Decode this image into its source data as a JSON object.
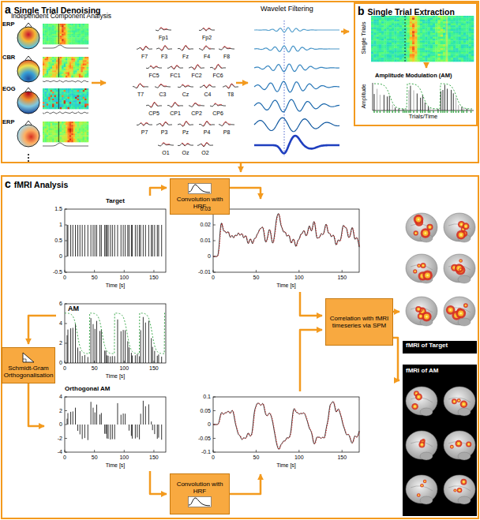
{
  "diagram": {
    "nodes": [
      {
        "text": [
          "a",
          "Single Trial Denoising"
        ]
      },
      {
        "text": [
          "b",
          "Single Trial Extraction"
        ],
        "in": 0
      },
      {
        "text": [
          "c",
          "fMRI Analysis"
        ]
      },
      {
        "text": [
          "Convolution with HRF"
        ],
        "in": 2
      },
      {
        "text": [
          "Target",
          "Time [s]",
          "1.5",
          "1",
          "0.5",
          "0",
          "-0.5",
          "0",
          "50",
          "100",
          "150"
        ],
        "in": 2
      },
      {
        "text": [
          "Time [s]",
          "0.03",
          "0.02",
          "0.01",
          "0",
          "-0.01",
          "0",
          "50",
          "100",
          "150"
        ],
        "in": 2
      },
      {
        "text": [
          "fMRI of Target"
        ],
        "in": 2
      },
      {
        "text": [
          "AM",
          "Time [s]",
          "6",
          "4",
          "2",
          "0",
          "0",
          "50",
          "100",
          "150"
        ],
        "in": 2
      },
      {
        "text": [
          "Schmidt-Gram Orthogonalisation"
        ],
        "in": 2
      },
      {
        "text": [
          "Correlation with fMRI timeseries via SPM"
        ],
        "in": 2
      },
      {
        "text": [
          "fMRI of AM"
        ],
        "in": 2
      },
      {
        "text": [
          "Orthogonal AM",
          "Time [s]",
          "4",
          "2",
          "0",
          "-2",
          "-4",
          "0",
          "50",
          "100",
          "150"
        ],
        "in": 2
      },
      {
        "text": [
          "Time [s]",
          "0.1",
          "0.05",
          "0",
          "-0.05",
          "-0.1",
          "0",
          "50",
          "100",
          "150"
        ],
        "in": 2
      },
      {
        "text": [
          "Convolution with HRF"
        ],
        "in": 2
      }
    ],
    "edges": [
      {
        "from": 0,
        "to": 2,
        "arrow": "to"
      },
      {
        "from": 4,
        "to": 3,
        "arrow": "to"
      },
      {
        "from": 3,
        "to": 5,
        "arrow": "to"
      },
      {
        "from": 5,
        "to": 9,
        "arrow": "to"
      },
      {
        "from": 12,
        "to": 9,
        "arrow": "to"
      },
      {
        "from": 9,
        "to": 6,
        "arrow": "to"
      },
      {
        "from": 9,
        "to": 10,
        "arrow": "to"
      },
      {
        "from": 7,
        "to": 8,
        "arrow": "to"
      },
      {
        "from": 8,
        "to": 11,
        "arrow": "to"
      },
      {
        "from": 11,
        "to": 13,
        "arrow": "to"
      },
      {
        "from": 13,
        "to": 12,
        "arrow": "to"
      }
    ],
    "labels": [
      "Independent Component Analysis",
      "ERP",
      "CBR",
      "EOG",
      "ERP",
      "Fp1",
      "Fp2",
      "F7",
      "F3",
      "Fz",
      "F4",
      "F8",
      "FC5",
      "FC1",
      "FC2",
      "FC6",
      "T7",
      "C3",
      "Cz",
      "C4",
      "T8",
      "CP5",
      "CP1",
      "CP2",
      "CP6",
      "P7",
      "P3",
      "Pz",
      "P4",
      "P8",
      "O1",
      "Oz",
      "O2",
      "Wavelet Filtering",
      "Single Trials",
      "Amplitude Modulation (AM)",
      "Amplitude",
      "Trials/Time"
    ]
  }
}
